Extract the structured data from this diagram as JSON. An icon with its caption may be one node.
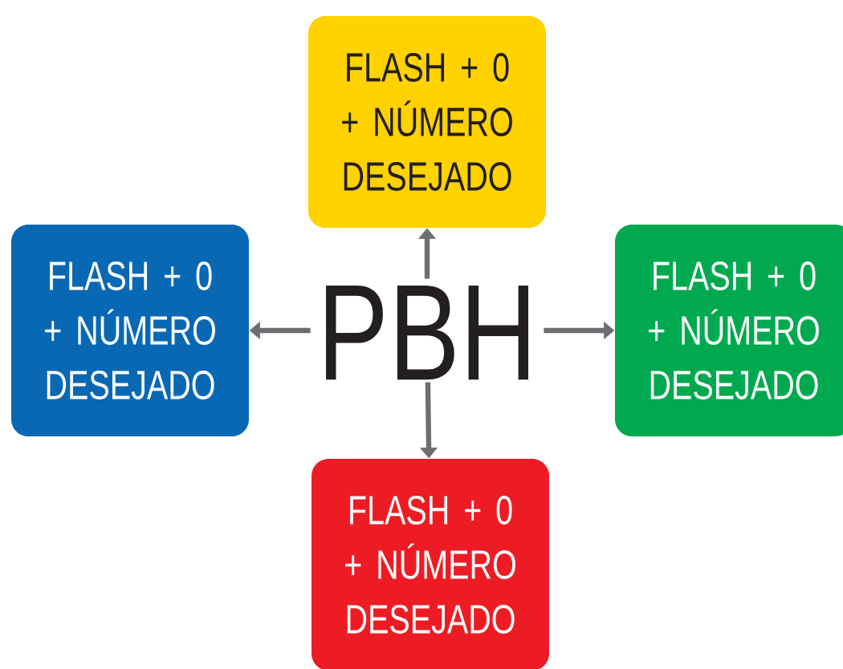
{
  "diagram": {
    "nodes": [
      {
        "text": [
          "FLASH + 0 + NÚMERO DESEJADO"
        ]
      },
      {
        "text": [
          "FLASH + 0 + NÚMERO DESEJADO"
        ]
      },
      {
        "text": [
          "PBH"
        ]
      },
      {
        "text": [
          "FLASH + 0 + NÚMERO DESEJADO"
        ]
      },
      {
        "text": [
          "FLASH + 0 + NÚMERO DESEJADO"
        ]
      }
    ],
    "edges": [
      {
        "from": 2,
        "to": 0,
        "arrow": "to"
      },
      {
        "from": 2,
        "to": 1,
        "arrow": "to"
      },
      {
        "from": 2,
        "to": 3,
        "arrow": "to"
      },
      {
        "from": 2,
        "to": 4,
        "arrow": "to"
      }
    ]
  }
}
